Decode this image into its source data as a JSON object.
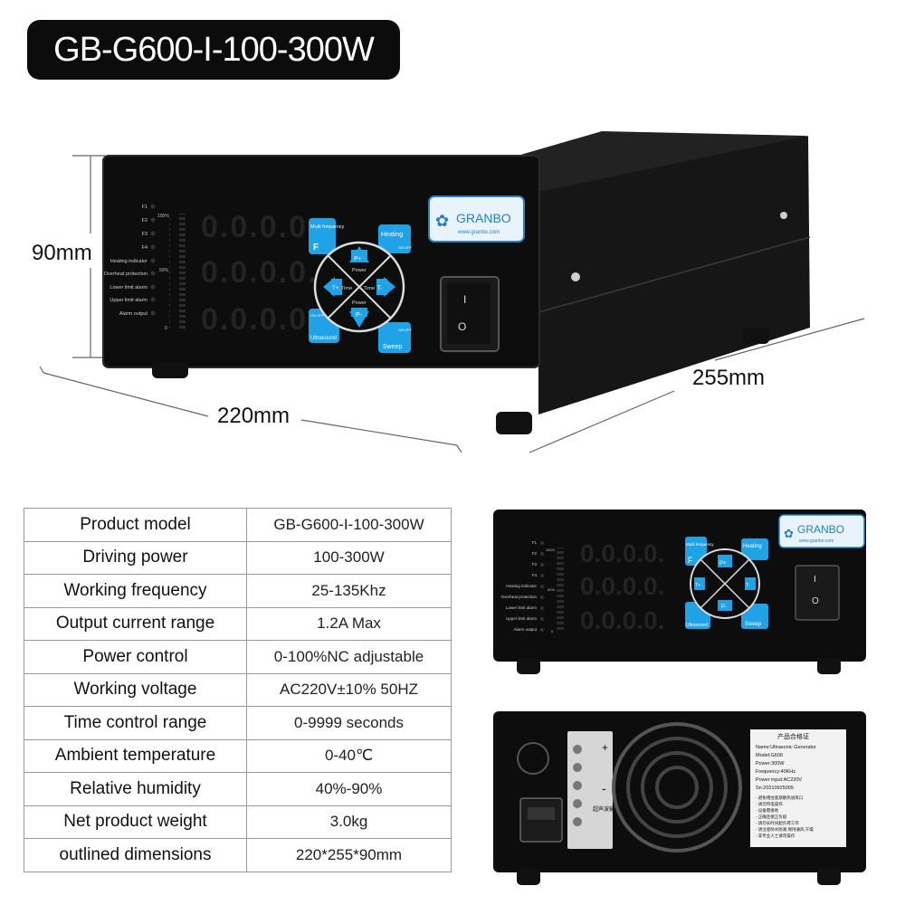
{
  "title": "GB-G600-I-100-300W",
  "dimensions": {
    "height": "90mm",
    "width": "220mm",
    "depth": "255mm"
  },
  "brand": {
    "name": "GRANBO",
    "url": "www.granbo.com"
  },
  "panel": {
    "leds": [
      "F1",
      "F2",
      "F3",
      "F4",
      "Heating indicator",
      "Overheat protection",
      "Lower limit alarm",
      "Upper limit alarm",
      "Alarm output"
    ],
    "scale": [
      "100%",
      "50%",
      "0"
    ],
    "display_digits": "0.0.0.0.",
    "buttons": {
      "multi_frequency": "Multi frequency",
      "f": "F",
      "heating": "Heating",
      "on_off": "ON OFF",
      "ultrasound": "Ultrasound",
      "sweep": "Sweep",
      "p_plus": "P+",
      "p_minus": "P-",
      "t_plus": "T+",
      "t_minus": "T-",
      "power": "Power",
      "time": "Time"
    },
    "switch": {
      "on": "I",
      "off": "O"
    }
  },
  "specs": [
    {
      "label": "Product model",
      "value": "GB-G600-I-100-300W"
    },
    {
      "label": "Driving power",
      "value": "100-300W"
    },
    {
      "label": "Working frequency",
      "value": "25-135Khz"
    },
    {
      "label": "Output current range",
      "value": "1.2A  Max"
    },
    {
      "label": "Power control",
      "value": "0-100%NC adjustable"
    },
    {
      "label": "Working voltage",
      "value": "AC220V±10% 50HZ"
    },
    {
      "label": "Time control range",
      "value": "0-9999 seconds"
    },
    {
      "label": "Ambient temperature",
      "value": "0-40℃"
    },
    {
      "label": "Relative humidity",
      "value": "40%-90%"
    },
    {
      "label": "Net product weight",
      "value": "3.0kg"
    },
    {
      "label": "outlined dimensions",
      "value": "220*255*90mm"
    }
  ],
  "rear_label": {
    "title": "产品合格证",
    "lines": [
      "Name:Ultrasonic Generator",
      "Model:G600",
      "Power:300W",
      "Frequency:40KHz",
      "Power input:AC220V",
      "Sn:20210925005"
    ],
    "notes": [
      "- 避免堵住底部散热进风口",
      "- 请勿带电操作",
      "- 设备需接地",
      "- 正确连接正负极",
      "- 请勿长时间超负荷工作",
      "- 请注意防水防潮,保持通风,干燥",
      "- 非专业人士请勿操作"
    ]
  },
  "rear_terminal": {
    "plus": "+",
    "minus": "-",
    "chinese": "超声波输出"
  },
  "colors": {
    "device_body": "#0d0d0d",
    "button_blue": "#1fa2e6",
    "brand_blue": "#2a7fc4",
    "pill_bg": "#0c0c0c"
  }
}
